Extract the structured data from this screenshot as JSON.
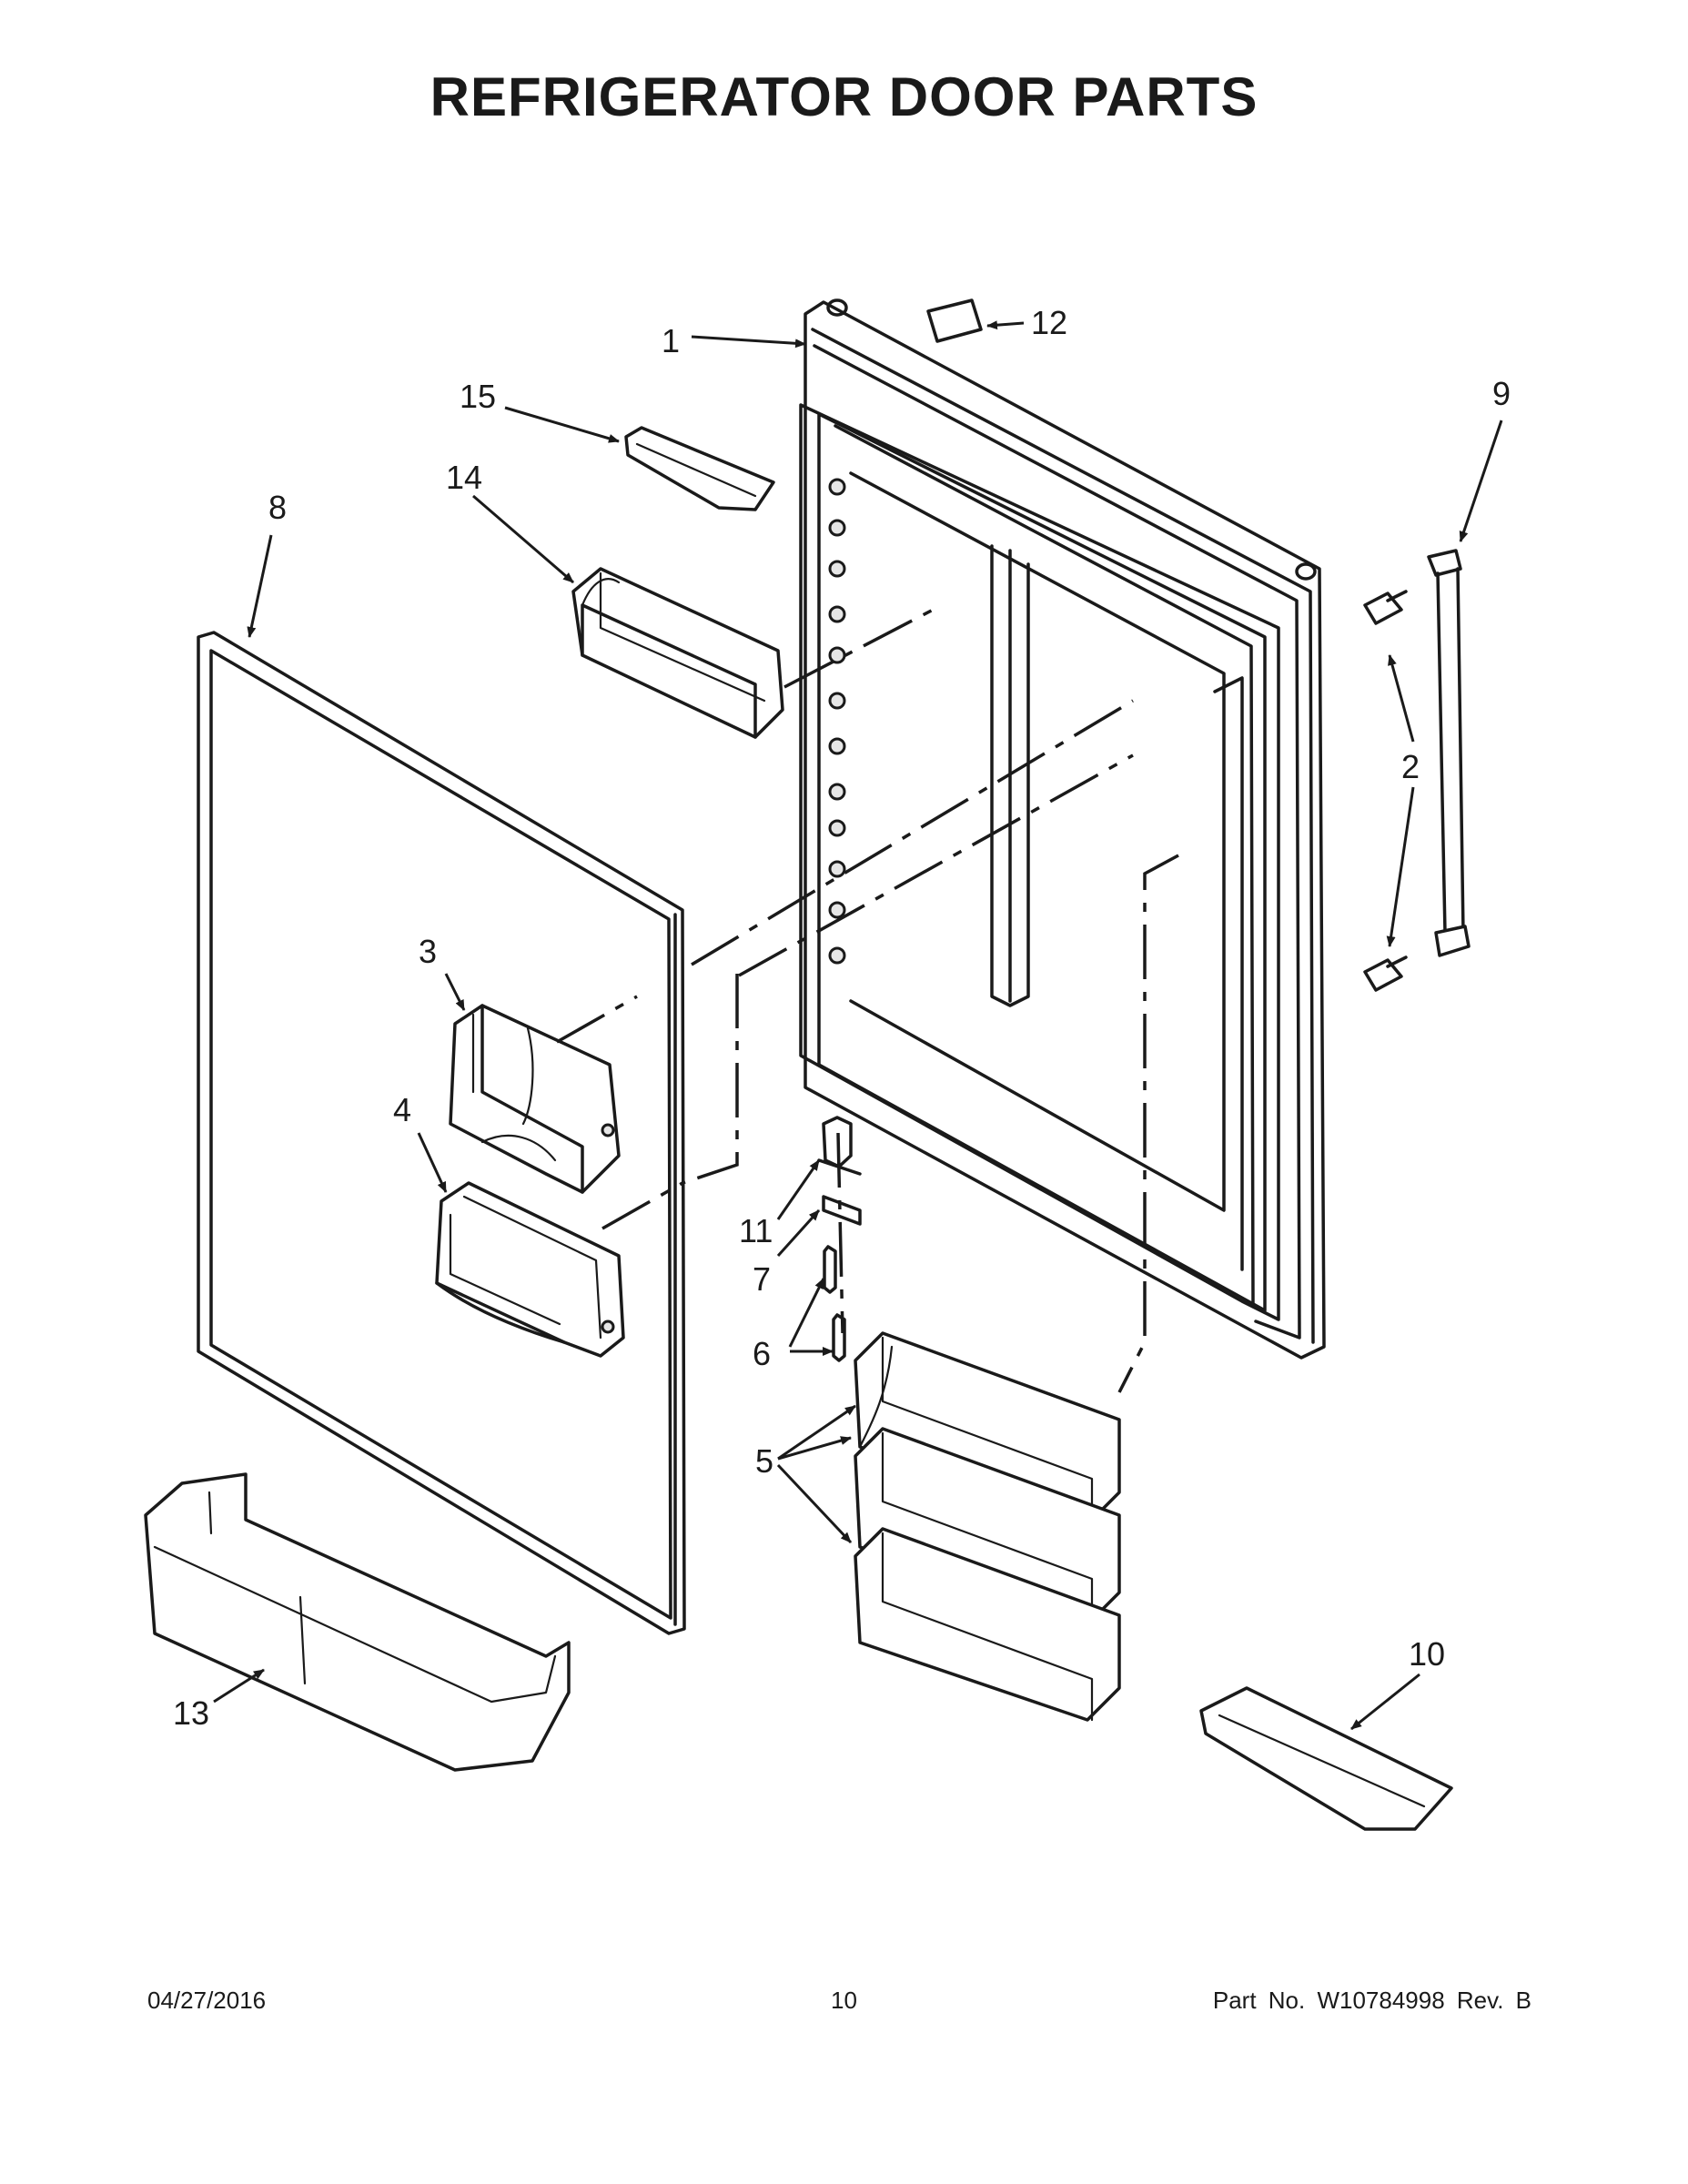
{
  "title": "REFRIGERATOR DOOR PARTS",
  "callouts": {
    "c1": "1",
    "c2": "2",
    "c3": "3",
    "c4": "4",
    "c5": "5",
    "c6": "6",
    "c7": "7",
    "c8": "8",
    "c9": "9",
    "c10": "10",
    "c11": "11",
    "c12": "12",
    "c13": "13",
    "c14": "14",
    "c15": "15"
  },
  "footer": {
    "date": "04/27/2016",
    "page": "10",
    "part": "Part No.  W10784998  Rev.  B"
  }
}
